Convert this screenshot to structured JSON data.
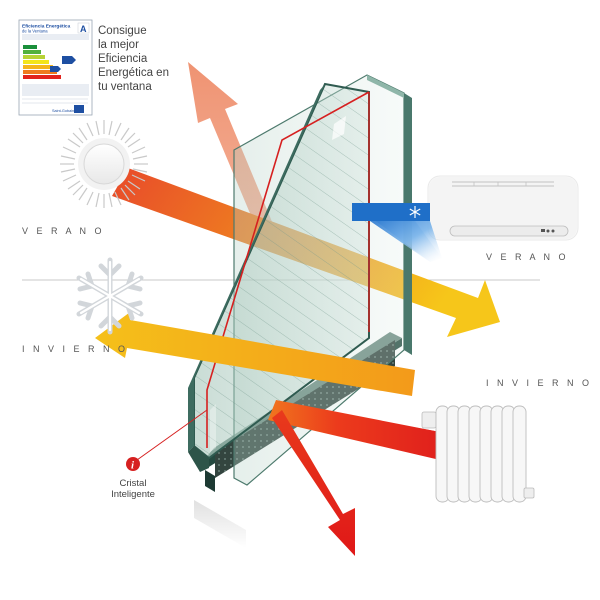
{
  "energy_label": {
    "title_line1": "Eficiencia Energética",
    "title_line2": "de la Ventana",
    "grade": "A",
    "brand": "Saint-Gobain"
  },
  "tagline": {
    "line1": "Consigue",
    "line2": "la mejor",
    "line3": "Eficiencia",
    "line4": "Energética en",
    "line5": "tu ventana"
  },
  "labels": {
    "verano_left": "V E R A N O",
    "invierno_left": "I N V I E R N O",
    "verano_right": "V E R A N O",
    "invierno_right": "I N V I E R N O",
    "cristal_line1": "Cristal",
    "cristal_line2": "Inteligente",
    "marker": "i"
  },
  "icons": {
    "sun": "sun-icon",
    "snowflake": "snowflake-icon",
    "ac_snowflake": "small-snowflake-icon",
    "air_conditioner": "air-conditioner-icon",
    "radiator": "radiator-icon"
  },
  "colors": {
    "summer_arrow_start": "#e84a2a",
    "summer_arrow_end": "#f6c61a",
    "winter_arrow_start": "#e8231f",
    "winter_arrow_end": "#f5b81a",
    "heat_reflect_arrow": "#f2a27f",
    "glass": "#7fa79b",
    "glass_edge": "#2f5b50",
    "low_e_coating": "#d62020",
    "ac_blue": "#1f6fc8"
  }
}
